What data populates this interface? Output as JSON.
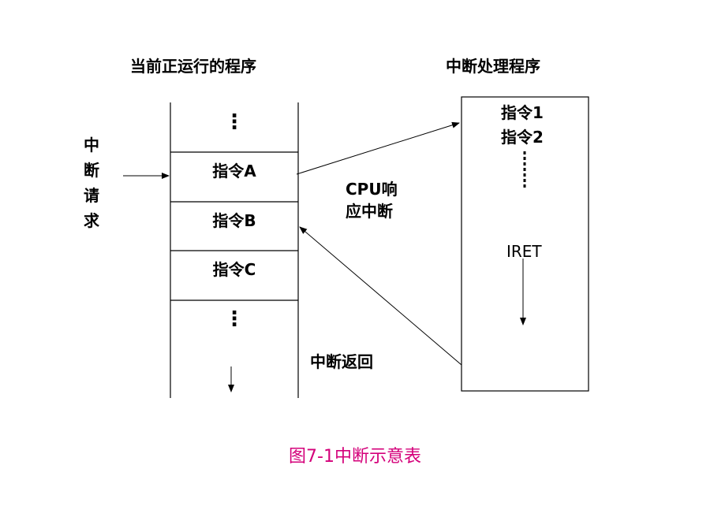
{
  "left_column": {
    "title": "当前正运行的程序",
    "cells": [
      "⋮",
      "指令A",
      "指令B",
      "指令C",
      "⋮"
    ]
  },
  "right_column": {
    "title": "中断处理程序",
    "instr1": "指令1",
    "instr2": "指令2",
    "iret": "IRET"
  },
  "labels": {
    "interrupt_request": "中断请求",
    "cpu_response_line1": "CPU响",
    "cpu_response_line2": "应中断",
    "interrupt_return": "中断返回"
  },
  "caption": "图7-1中断示意表",
  "colors": {
    "caption": "#d4007a",
    "lines": "#000000"
  }
}
